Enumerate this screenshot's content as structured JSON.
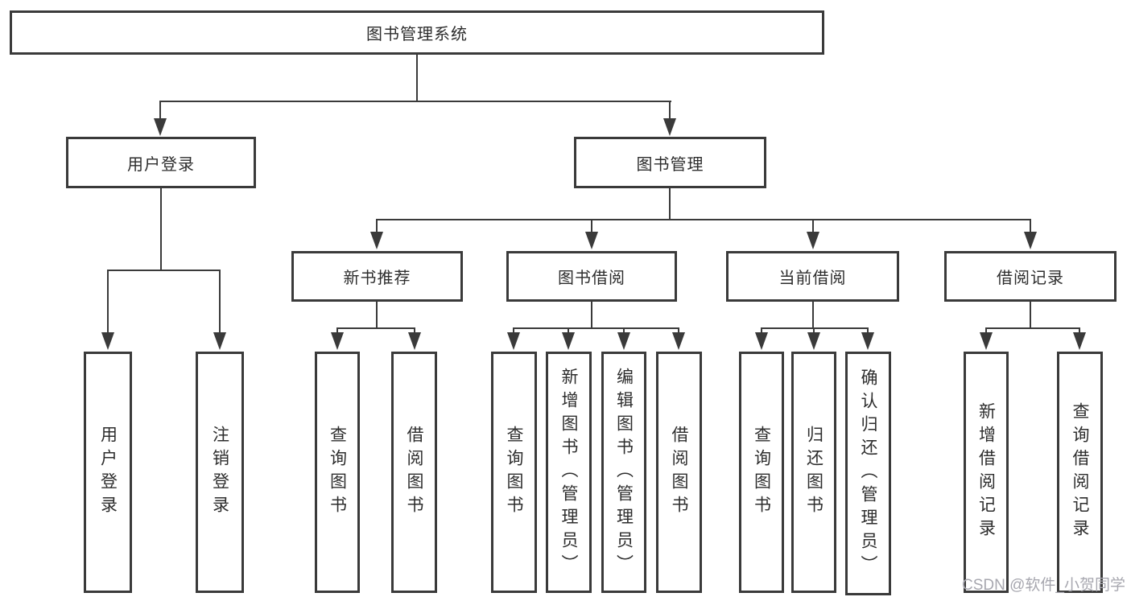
{
  "title": "图书管理系统",
  "colors": {
    "line": "#3a3a3a",
    "text": "#2d2d2d",
    "bg": "#ffffff",
    "watermark": "#a7a7af"
  },
  "nodes": {
    "root": "图书管理系统",
    "user_login": "用户登录",
    "book_mgmt": "图书管理",
    "leaf_user_login": "用户登录",
    "leaf_logout": "注销登录",
    "new_book_rec": "新书推荐",
    "book_borrow": "图书借阅",
    "current_borrow": "当前借阅",
    "borrow_records": "借阅记录",
    "nb_query_books": "查询图书",
    "nb_borrow_books": "借阅图书",
    "bb_query_books": "查询图书",
    "bb_add_books": "新增图书（管理员）",
    "bb_edit_books": "编辑图书（管理员）",
    "bb_borrow_books": "借阅图书",
    "cb_query_books": "查询图书",
    "cb_return_books": "归还图书",
    "cb_confirm_return": "确认归还（管理员）",
    "br_add_record": "新增借阅记录",
    "br_query_record": "查询借阅记录"
  },
  "hierarchy": {
    "图书管理系统": {
      "用户登录": [
        "用户登录",
        "注销登录"
      ],
      "图书管理": {
        "新书推荐": [
          "查询图书",
          "借阅图书"
        ],
        "图书借阅": [
          "查询图书",
          "新增图书（管理员）",
          "编辑图书（管理员）",
          "借阅图书"
        ],
        "当前借阅": [
          "查询图书",
          "归还图书",
          "确认归还（管理员）"
        ],
        "借阅记录": [
          "新增借阅记录",
          "查询借阅记录"
        ]
      }
    }
  },
  "watermark": {
    "text": "CSDN @软件_小贺同学"
  }
}
